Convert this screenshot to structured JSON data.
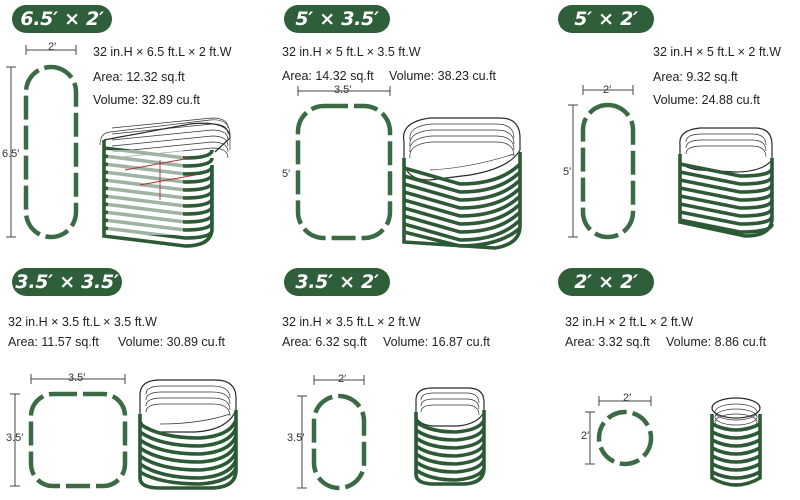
{
  "colors": {
    "brand_green": "#2e5e3a",
    "bed_green": "#3f7a4a",
    "bed_dark": "#2a5634"
  },
  "products": [
    {
      "badge": "6.5′ × 2′",
      "dims": "32 in.H × 6.5 ft.L × 2 ft.W",
      "area": "Area: 12.32 sq.ft",
      "volume": "Volume: 32.89 cu.ft",
      "width_label": "2′",
      "length_label": "6.5′"
    },
    {
      "badge": "5′ × 3.5′",
      "dims": "32 in.H × 5 ft.L × 3.5 ft.W",
      "area": "Area: 14.32 sq.ft",
      "volume": "Volume: 38.23 cu.ft",
      "width_label": "3.5′",
      "length_label": "5′"
    },
    {
      "badge": "5′ × 2′",
      "dims": "32 in.H × 5 ft.L × 2 ft.W",
      "area": "Area: 9.32 sq.ft",
      "volume": "Volume: 24.88 cu.ft",
      "width_label": "2′",
      "length_label": "5′"
    },
    {
      "badge": "3.5′ × 3.5′",
      "dims": "32 in.H × 3.5 ft.L × 3.5 ft.W",
      "area": "Area: 11.57 sq.ft",
      "volume": "Volume: 30.89 cu.ft",
      "width_label": "3.5′",
      "length_label": "3.5′"
    },
    {
      "badge": "3.5′ × 2′",
      "dims": "32 in.H × 3.5 ft.L × 2 ft.W",
      "area": "Area: 6.32 sq.ft",
      "volume": "Volume: 16.87 cu.ft",
      "width_label": "2′",
      "length_label": "3.5′"
    },
    {
      "badge": "2′ × 2′",
      "dims": "32 in.H × 2 ft.L × 2 ft.W",
      "area": "Area: 3.32 sq.ft",
      "volume": "Volume: 8.86 cu.ft",
      "width_label": "2′",
      "length_label": "2′"
    }
  ]
}
